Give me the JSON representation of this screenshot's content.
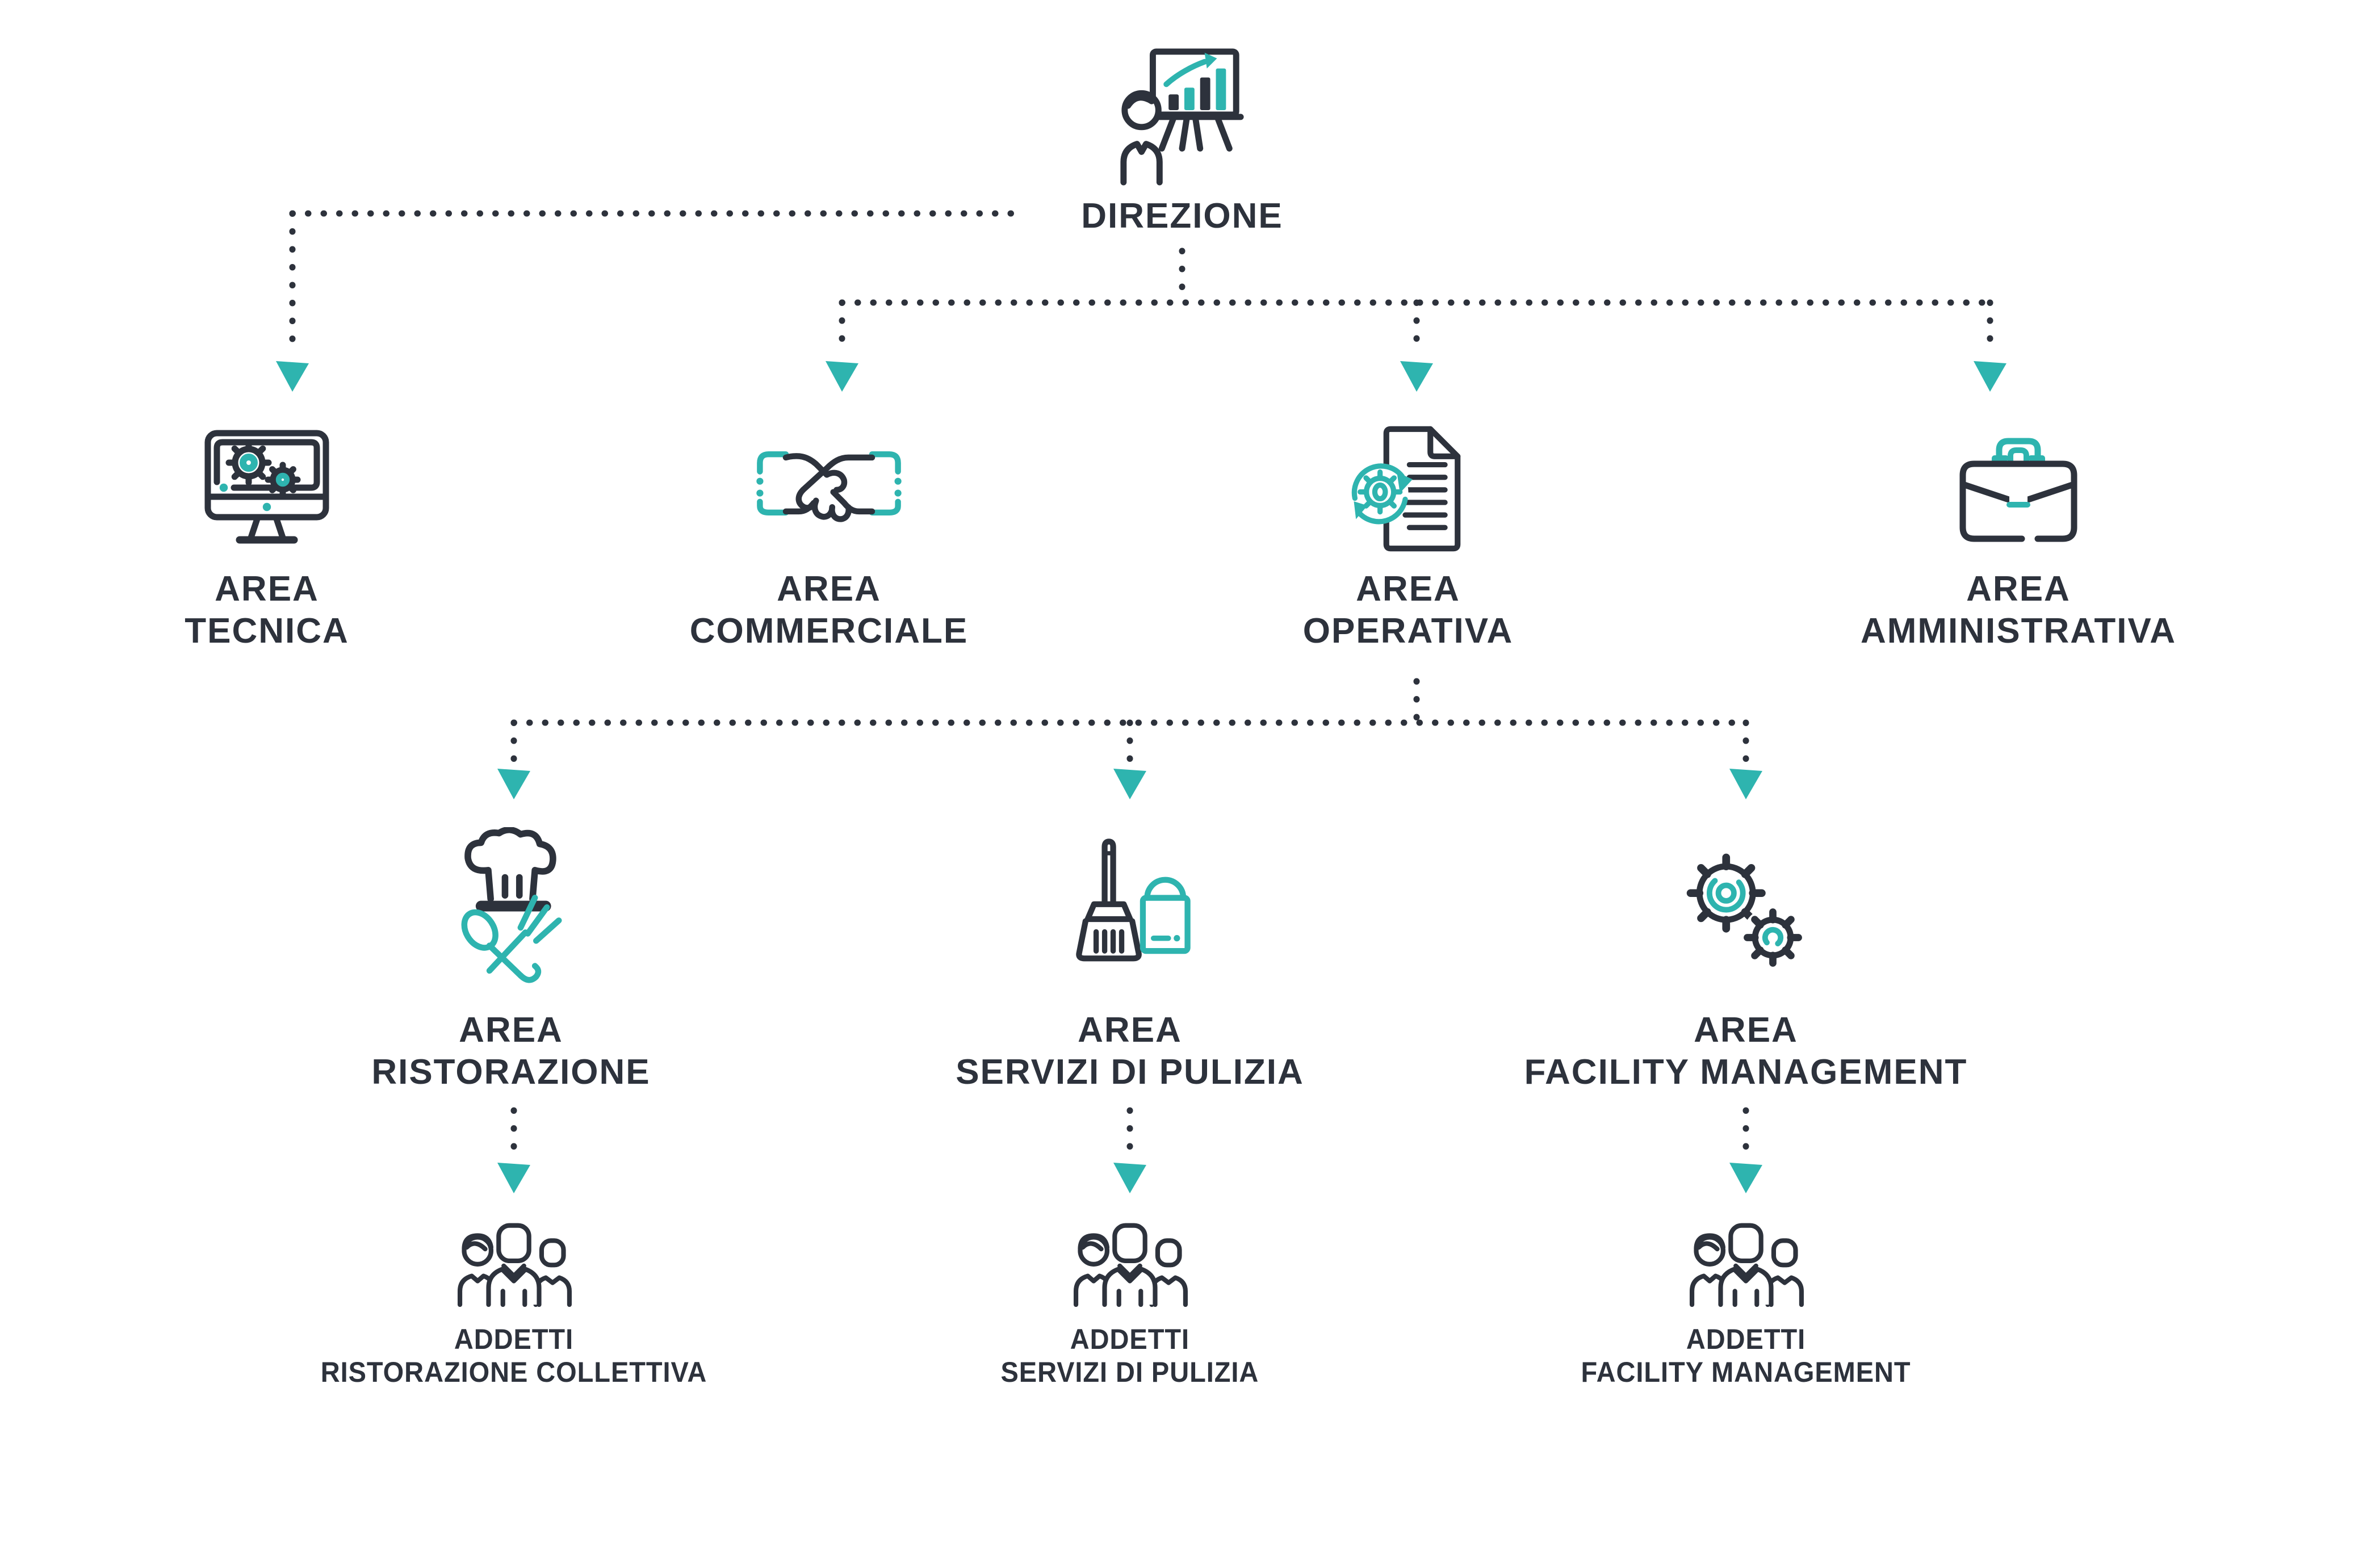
{
  "palette": {
    "ink": "#2d323c",
    "teal": "#2eb4af",
    "background": "#ffffff"
  },
  "direzione": {
    "label": "DIREZIONE"
  },
  "areas": [
    {
      "id": "tecnica",
      "line1": "AREA",
      "line2": "TECNICA"
    },
    {
      "id": "commerciale",
      "line1": "AREA",
      "line2": "COMMERCIALE"
    },
    {
      "id": "operativa",
      "line1": "AREA",
      "line2": "OPERATIVA"
    },
    {
      "id": "amministrativa",
      "line1": "AREA",
      "line2": "AMMINISTRATIVA"
    }
  ],
  "operational_areas": [
    {
      "id": "ristorazione",
      "line1": "AREA",
      "line2": "RISTORAZIONE"
    },
    {
      "id": "pulizia",
      "line1": "AREA",
      "line2": "SERVIZI DI PULIZIA"
    },
    {
      "id": "facility",
      "line1": "AREA",
      "line2": "FACILITY MANAGEMENT"
    }
  ],
  "staff": [
    {
      "id": "staff-ristorazione",
      "line1": "ADDETTI",
      "line2": "RISTORAZIONE COLLETTIVA"
    },
    {
      "id": "staff-pulizia",
      "line1": "ADDETTI",
      "line2": "SERVIZI DI PULIZIA"
    },
    {
      "id": "staff-facility",
      "line1": "ADDETTI",
      "line2": "FACILITY MANAGEMENT"
    }
  ],
  "icons": {
    "direzione": "presentation-icon",
    "tecnica": "monitor-gears-icon",
    "commerciale": "handshake-icon",
    "operativa": "document-gear-icon",
    "amministrativa": "briefcase-icon",
    "ristorazione": "chef-icon",
    "pulizia": "cleaning-icon",
    "facility": "gears-icon",
    "staff": "team-icon"
  }
}
